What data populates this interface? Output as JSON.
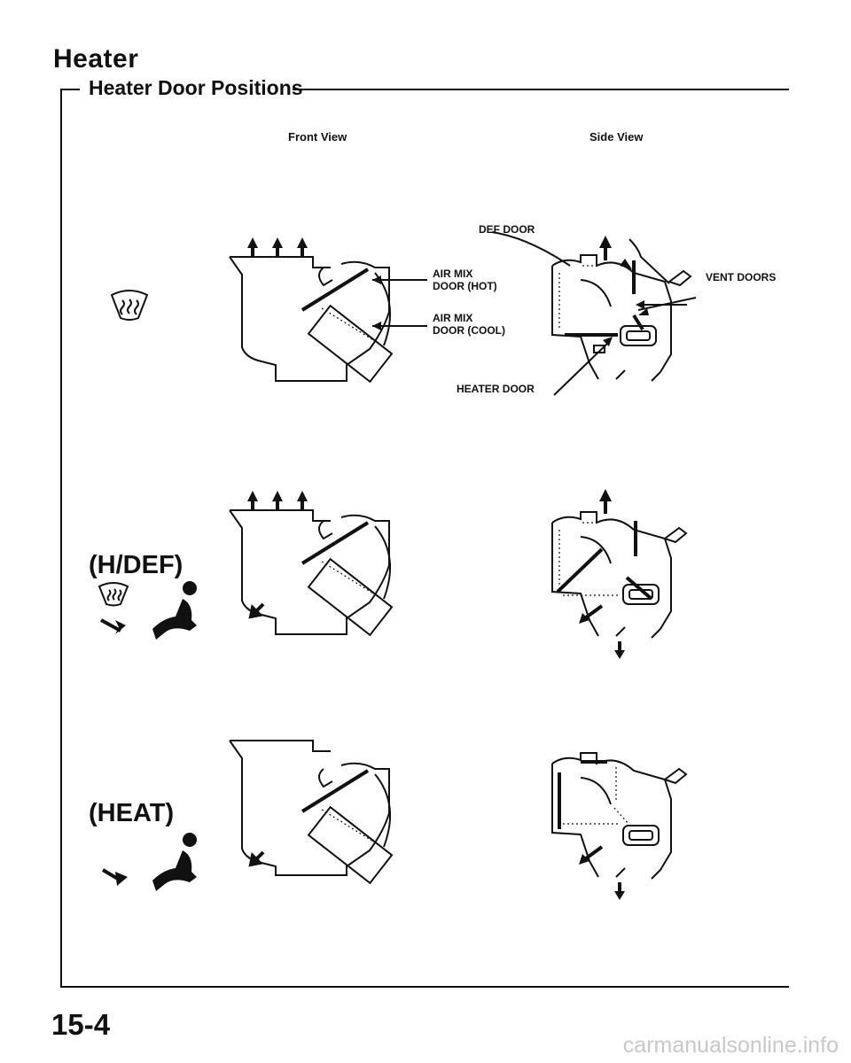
{
  "header": {
    "title": "Heater",
    "section": "Heater Door Positions"
  },
  "columns": {
    "front": "Front View",
    "side": "Side View"
  },
  "callouts": {
    "def_door": "DEF DOOR",
    "air_mix_hot_line1": "AIR MIX",
    "air_mix_hot_line2": "DOOR (HOT)",
    "air_mix_cool_line1": "AIR MIX",
    "air_mix_cool_line2": "DOOR (COOL)",
    "heater_door": "HEATER DOOR",
    "vent_doors": "VENT DOORS"
  },
  "modes": [
    {
      "label": "",
      "icon": "defrost-icon"
    },
    {
      "label": "(H/DEF)",
      "icon": "defrost-and-foot-icon"
    },
    {
      "label": "(HEAT)",
      "icon": "foot-airflow-icon"
    }
  ],
  "footer": {
    "page_number": "15-4",
    "watermark": "carmanualsonline.info"
  }
}
